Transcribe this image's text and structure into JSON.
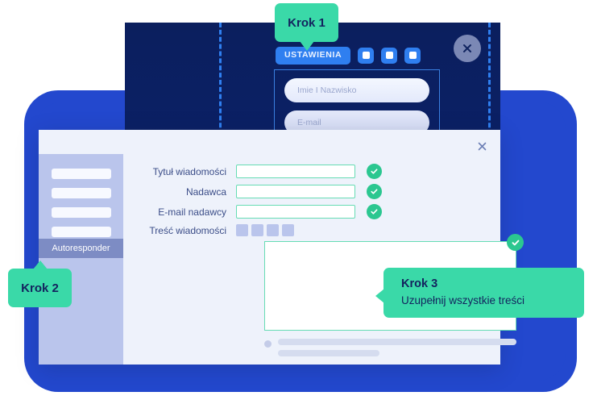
{
  "colors": {
    "accent_green": "#3ad9a8",
    "check_green": "#2bc790",
    "frame_blue": "#2348ce",
    "panel_navy": "#0b2066",
    "button_blue": "#2f7ff0",
    "sidebar_periwinkle": "#bac5ec",
    "modal_bg": "#eef2fb"
  },
  "back_window": {
    "close_icon": "close-icon",
    "toolbar": {
      "settings_label": "USTAWIENIA",
      "square_buttons": [
        "square-button-1",
        "square-button-2",
        "square-button-3"
      ]
    },
    "fields": [
      {
        "placeholder": "Imie I Nazwisko"
      },
      {
        "placeholder": "E-mail"
      }
    ],
    "guides": [
      "dashed-guide-left",
      "dashed-guide-right"
    ]
  },
  "modal": {
    "close_icon": "close-icon",
    "sidebar": {
      "placeholder_items": 5,
      "active_item": "Autoresponder"
    },
    "form": {
      "rows": [
        {
          "label": "Tytuł wiadomości",
          "value": "",
          "status": "valid"
        },
        {
          "label": "Nadawca",
          "value": "",
          "status": "valid"
        },
        {
          "label": "E-mail nadawcy",
          "value": "",
          "status": "valid"
        }
      ],
      "editor": {
        "label": "Treść wiadomości",
        "toolbar_buttons": [
          "tool-1",
          "tool-2",
          "tool-3",
          "tool-4"
        ],
        "textarea_value": "",
        "status": "valid"
      }
    }
  },
  "tooltips": {
    "step1": {
      "title": "Krok 1",
      "body": ""
    },
    "step2": {
      "title": "Krok 2",
      "body": ""
    },
    "step3": {
      "title": "Krok 3",
      "body": "Uzupełnij wszystkie treści"
    }
  }
}
